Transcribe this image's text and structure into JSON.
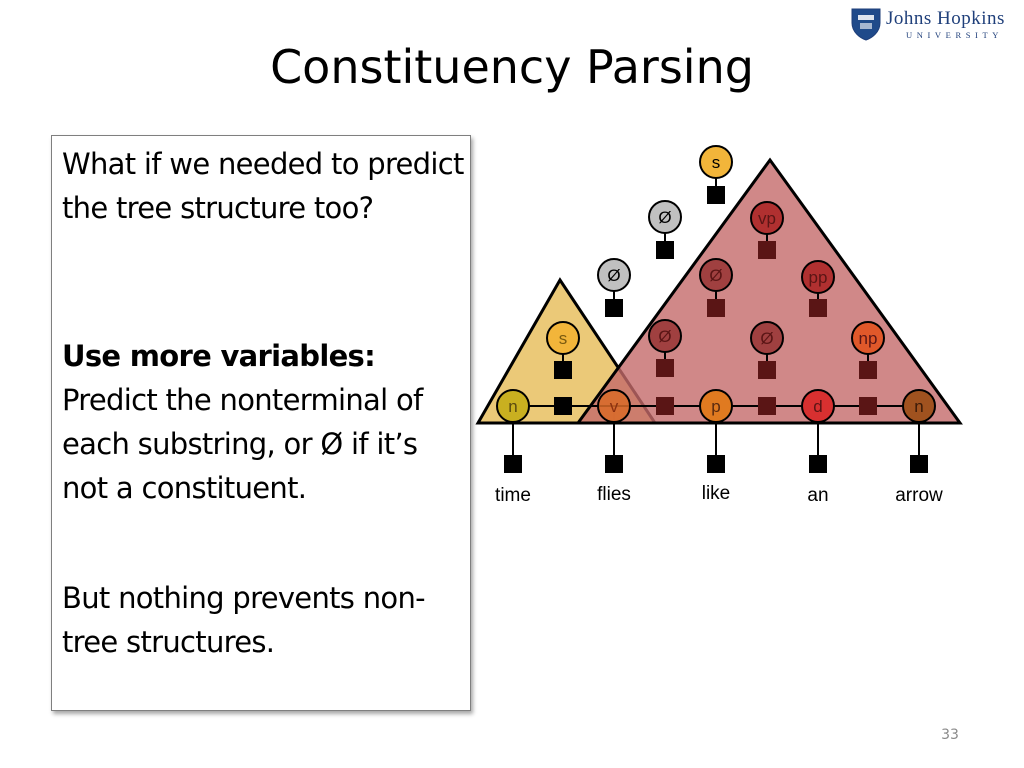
{
  "logo": {
    "name": "Johns Hopkins",
    "sub": "UNIVERSITY"
  },
  "title": "Constituency Parsing",
  "textbox": {
    "para1": "What if we needed to predict the tree structure too?",
    "para2_bold": "Use more variables:",
    "para2_rest": "Predict the nonterminal of each substring, or Ø if it’s not a constituent.",
    "para3": "But nothing prevents non-tree structures."
  },
  "diagram": {
    "words": [
      "time",
      "flies",
      "like",
      "an",
      "arrow"
    ],
    "tags": [
      "n",
      "v",
      "p",
      "d",
      "n"
    ],
    "left_triangle": {
      "label": "s",
      "color": "#e8c060"
    },
    "right_triangle": {
      "color": "#c46a6a"
    },
    "nodes": {
      "top_s": "s",
      "vp": "vp",
      "pp": "pp",
      "np": "np",
      "empty": "Ø"
    },
    "colors": {
      "tag_n1": "#c9b020",
      "tag_v": "#d86a28",
      "tag_p": "#e07a20",
      "tag_d": "#d83030",
      "tag_n2": "#a0521f",
      "s_node": "#f2b53a",
      "np_node": "#e0582a",
      "empty_node": "#c0c0c0"
    }
  },
  "slide_number": "33"
}
